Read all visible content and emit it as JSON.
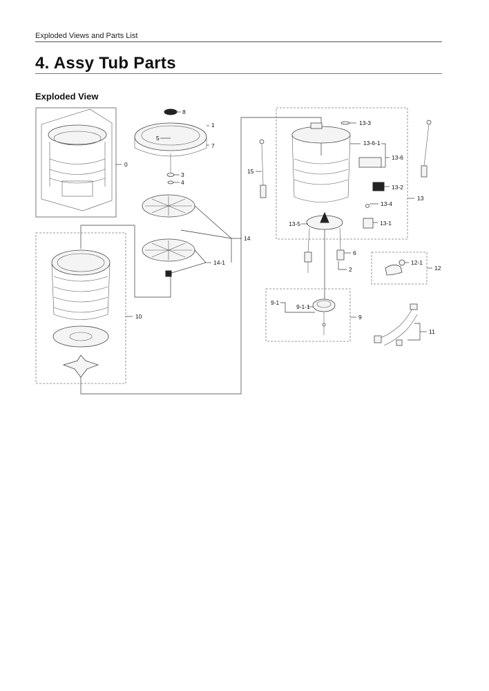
{
  "header": {
    "section": "Exploded Views and Parts List"
  },
  "page_title": "4.  Assy Tub Parts",
  "subtitle": "Exploded View",
  "callouts": {
    "c0": "0",
    "c1": "1",
    "c2": "2",
    "c3": "3",
    "c4": "4",
    "c5": "5",
    "c6": "6",
    "c7": "7",
    "c8": "8",
    "c9": "9",
    "c9_1": "9-1",
    "c9_1_1": "9-1-1",
    "c10": "10",
    "c11": "11",
    "c12": "12",
    "c12_1": "12-1",
    "c13": "13",
    "c13_1": "13-1",
    "c13_2": "13-2",
    "c13_3": "13-3",
    "c13_4": "13-4",
    "c13_5": "13-5",
    "c13_6": "13-6",
    "c13_6_1": "13-6-1",
    "c14": "14",
    "c14_1": "14-1",
    "c15": "15"
  }
}
